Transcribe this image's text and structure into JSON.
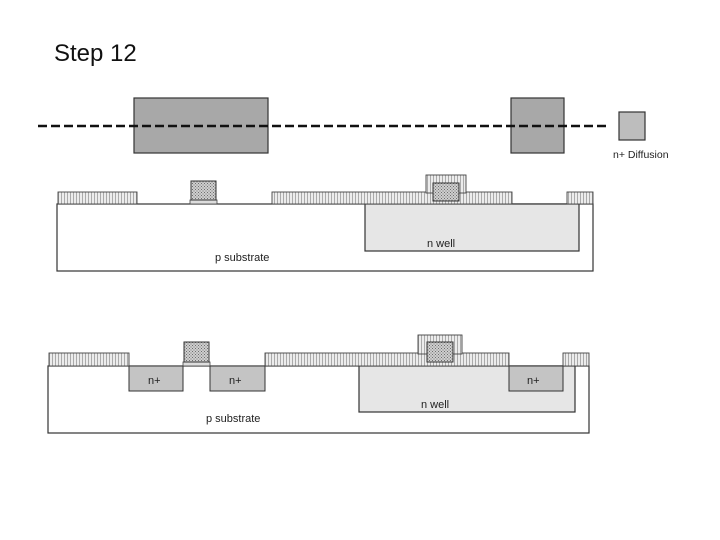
{
  "slide": {
    "title": "Step 12"
  },
  "legend": {
    "label": "n+ Diffusion",
    "swatch_color": "#bdbdbd"
  },
  "diagram_top": {
    "substrate_label": "p substrate",
    "well_label": "n well"
  },
  "diagram_bottom": {
    "substrate_label": "p substrate",
    "well_label": "n well",
    "diffusion_labels": [
      "n+",
      "n+",
      "n+"
    ]
  },
  "colors": {
    "mask_fill": "#a8a8a8",
    "well_fill": "#e6e6e6",
    "diffusion_fill": "#c4c4c4",
    "outline": "#333333"
  }
}
